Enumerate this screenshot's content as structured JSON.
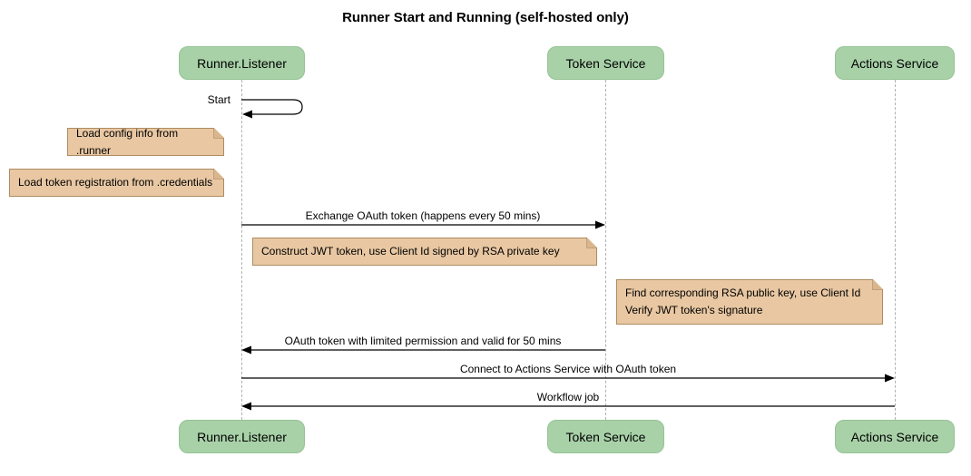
{
  "title": "Runner Start and Running (self-hosted only)",
  "colors": {
    "actor_fill": "#a8d1a8",
    "actor_border": "#95c295",
    "note_fill": "#e8c7a2",
    "note_border": "#ae8b62",
    "note_fold": "#d9b68c",
    "lifeline": "#b0b0b0",
    "arrow": "#000000",
    "page_bg": "#ffffff",
    "text": "#000000"
  },
  "participants": [
    {
      "name": "Runner.Listener"
    },
    {
      "name": "Token Service"
    },
    {
      "name": "Actions Service"
    }
  ],
  "messages": [
    {
      "label": "Start",
      "from": "Runner.Listener",
      "to": "Runner.Listener",
      "type": "self"
    },
    {
      "label": "Exchange OAuth token (happens every 50 mins)",
      "from": "Runner.Listener",
      "to": "Token Service",
      "type": "solid-arrow"
    },
    {
      "label": "OAuth token with limited permission and valid for 50 mins",
      "from": "Token Service",
      "to": "Runner.Listener",
      "type": "solid-arrow"
    },
    {
      "label": "Connect to Actions Service with OAuth token",
      "from": "Runner.Listener",
      "to": "Actions Service",
      "type": "solid-arrow"
    },
    {
      "label": "Workflow job",
      "from": "Actions Service",
      "to": "Runner.Listener",
      "type": "solid-arrow"
    }
  ],
  "notes": [
    {
      "position": "left of Runner.Listener",
      "lines": [
        "Load config info from .runner"
      ]
    },
    {
      "position": "left of Runner.Listener",
      "lines": [
        "Load token registration from .credentials"
      ]
    },
    {
      "position": "over Runner.Listener,Token Service",
      "lines": [
        "Construct JWT token, use Client Id signed by RSA private key"
      ]
    },
    {
      "position": "over Token Service,Actions Service",
      "lines": [
        "Find corresponding RSA public key, use Client Id",
        "Verify JWT token's signature"
      ]
    }
  ]
}
